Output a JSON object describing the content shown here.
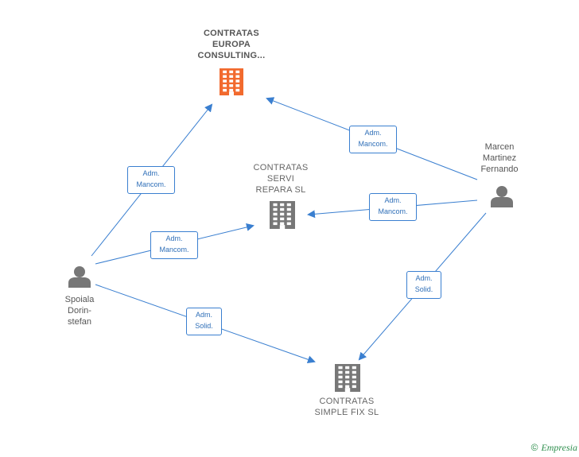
{
  "companies": [
    {
      "id": "europa",
      "name": "CONTRATAS\nEUROPA\nCONSULTING...",
      "color": "#f26a2e"
    },
    {
      "id": "servi",
      "name": "CONTRATAS\nSERVI\nREPARA  SL",
      "color": "#777777"
    },
    {
      "id": "simple",
      "name": "CONTRATAS\nSIMPLE FIX  SL",
      "color": "#777777"
    }
  ],
  "persons": [
    {
      "id": "spoiala",
      "name": "Spoiala\nDorin-\nstefan"
    },
    {
      "id": "marcen",
      "name": "Marcen\nMartinez\nFernando"
    }
  ],
  "relations": [
    {
      "from": "spoiala",
      "to": "europa",
      "label": "Adm.\nMancom."
    },
    {
      "from": "spoiala",
      "to": "servi",
      "label": "Adm.\nMancom."
    },
    {
      "from": "spoiala",
      "to": "simple",
      "label": "Adm.\nSolid."
    },
    {
      "from": "marcen",
      "to": "europa",
      "label": "Adm.\nMancom."
    },
    {
      "from": "marcen",
      "to": "servi",
      "label": "Adm.\nMancom."
    },
    {
      "from": "marcen",
      "to": "simple",
      "label": "Adm.\nSolid."
    }
  ],
  "footer": {
    "copyright": "©",
    "brand": "Empresia"
  },
  "colors": {
    "edge": "#3a7fd0",
    "person": "#777777"
  }
}
